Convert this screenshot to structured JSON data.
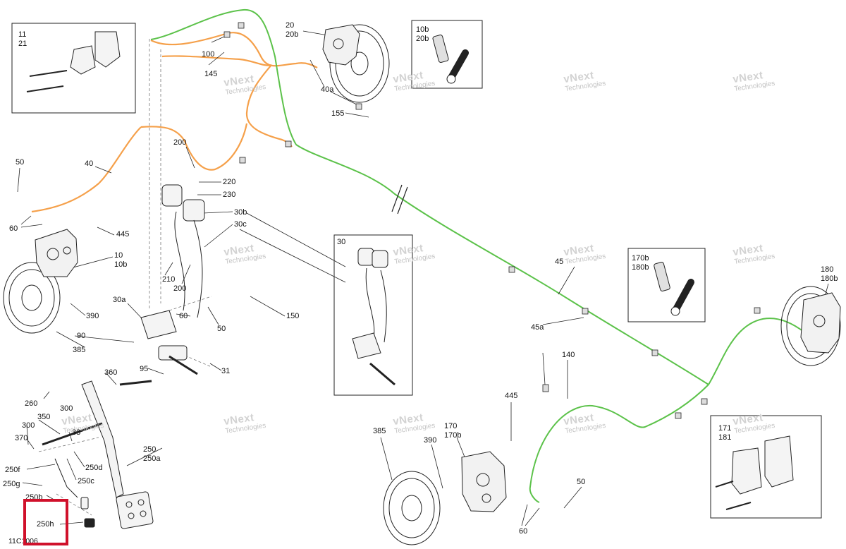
{
  "diagram_code": "11C1006",
  "watermark": {
    "main": "vNext",
    "sub": "Technologies"
  },
  "highlight_colors": {
    "highlight_box": "#d0112b",
    "front_brake_line": "#f5a04a",
    "rear_brake_line": "#5cc24a"
  },
  "inset_boxes": {
    "pads_front": "11\n21",
    "bleeder_front": "10b\n20b",
    "master_cyl": "30",
    "bleeder_rear": "170b\n180b",
    "pads_rear": "171\n181"
  },
  "callouts": {
    "c20": "20\n20b",
    "c100": "100",
    "c145": "145",
    "c40a": "40a",
    "c155": "155",
    "c40": "40",
    "c50a": "50",
    "c60a": "60",
    "c200a": "200",
    "c220": "220",
    "c230": "230",
    "c30b": "30b",
    "c30c": "30c",
    "c445a": "445",
    "c10": "10\n10b",
    "c210": "210",
    "c200b": "200",
    "c390a": "390",
    "c385a": "385",
    "c30a": "30a",
    "c90": "90",
    "c60b": "60",
    "c50b": "50",
    "c150": "150",
    "c95": "95",
    "c31": "31",
    "c360": "360",
    "c260": "260",
    "c300a": "300",
    "c350": "350",
    "c300b": "300",
    "c33": "33",
    "c370": "370",
    "c250": "250\n250a",
    "c250f": "250f",
    "c250d": "250d",
    "c250g": "250g",
    "c250c": "250c",
    "c250b": "250b",
    "c250h": "250h",
    "c45": "45",
    "c45a": "45a",
    "c140": "140",
    "c445b": "445",
    "c385b": "385",
    "c390b": "390",
    "c170": "170\n170b",
    "c50c": "50",
    "c60c": "60",
    "c180": "180\n180b"
  }
}
